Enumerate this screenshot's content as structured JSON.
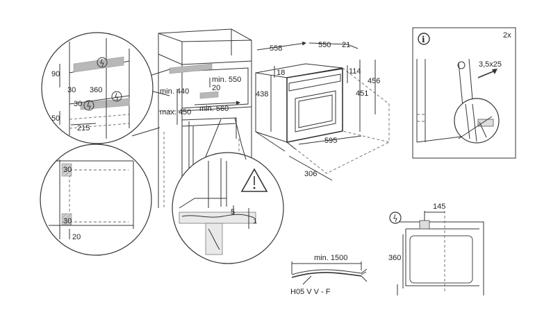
{
  "dimensions": {
    "d558": "558",
    "d550": "550",
    "d21": "21",
    "d18": "18",
    "d114": "114",
    "d456": "456",
    "d438": "438",
    "d451": "451",
    "d595": "595",
    "d306": "306",
    "min550": "min. 550",
    "min440": "min. 440",
    "d20": "20",
    "min560": "min. 560",
    "max450": "max. 450"
  },
  "detail_top_left": {
    "d90": "90",
    "d30a": "30",
    "d360": "360",
    "d30b": "30",
    "d50": "50",
    "d215": "215"
  },
  "detail_left_mid": {
    "d30top": "30",
    "d30bottom": "30",
    "d20": "20"
  },
  "detail_warning": {
    "d5": "5",
    "d1": "1"
  },
  "info_panel": {
    "count": "2x",
    "screw": "3,5x25"
  },
  "cable": {
    "min_length": "min. 1500",
    "type": "H05 V V - F"
  },
  "connection_detail": {
    "d145": "145",
    "d360": "360"
  }
}
